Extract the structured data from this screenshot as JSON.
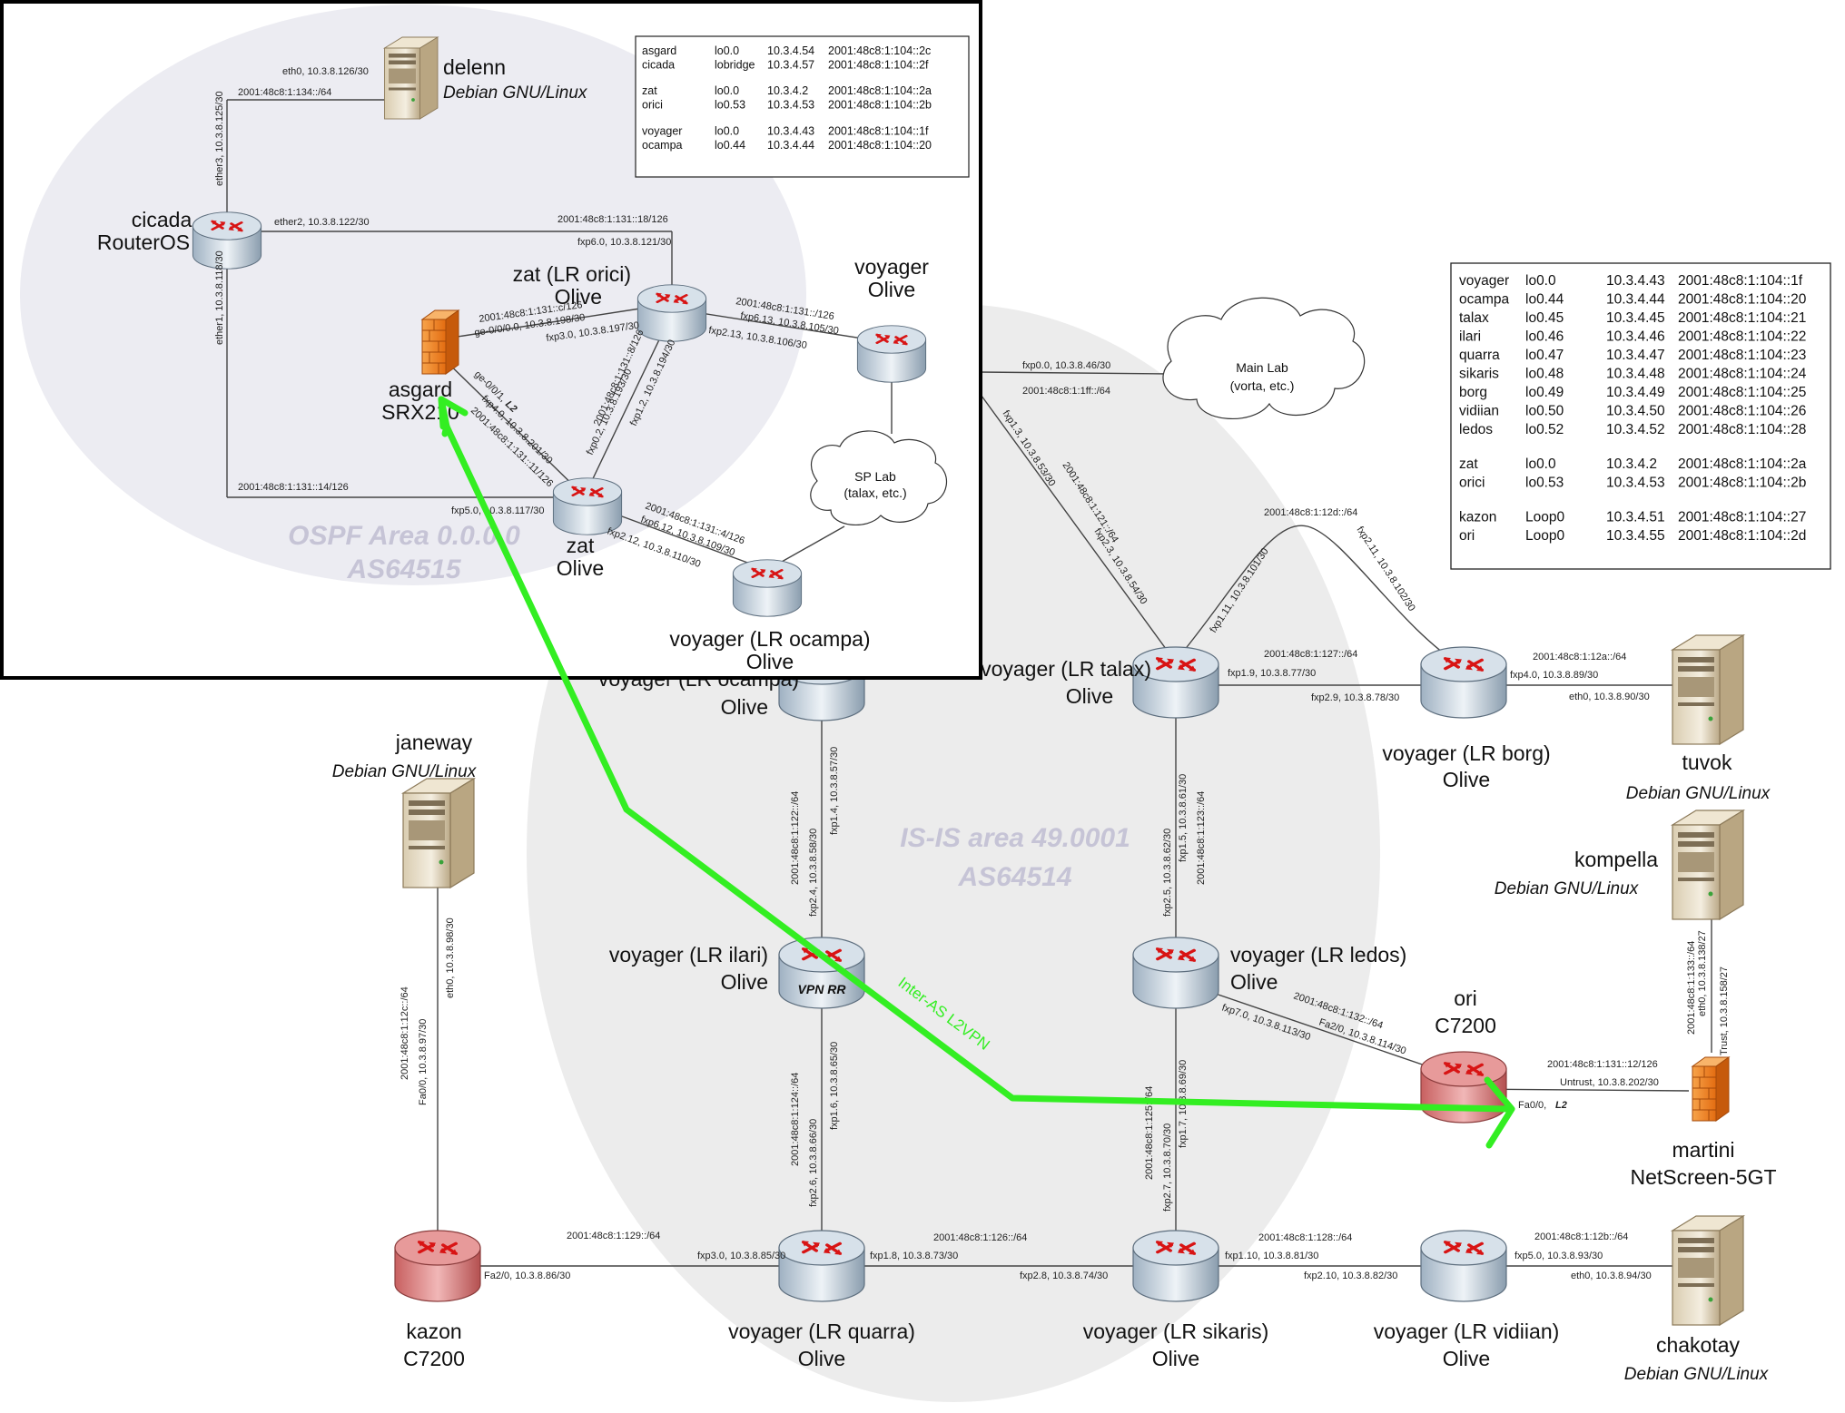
{
  "areas": {
    "isis": {
      "line1": "IS-IS area 49.0001",
      "line2": "AS64514"
    },
    "ospf": {
      "line1": "OSPF Area 0.0.0.0",
      "line2": "AS64515"
    }
  },
  "nodes": {
    "ocampa_main": {
      "name": "voyager (LR ocampa)",
      "type": "Olive"
    },
    "talax": {
      "name": "voyager (LR talax)",
      "type": "Olive"
    },
    "borg": {
      "name": "voyager (LR borg)",
      "type": "Olive"
    },
    "ilari": {
      "name": "voyager (LR ilari)",
      "type": "Olive",
      "badge": "VPN RR"
    },
    "ledos": {
      "name": "voyager (LR ledos)",
      "type": "Olive"
    },
    "ori": {
      "name": "ori",
      "type": "C7200"
    },
    "kazon": {
      "name": "kazon",
      "type": "C7200"
    },
    "quarra": {
      "name": "voyager (LR quarra)",
      "type": "Olive"
    },
    "sikaris": {
      "name": "voyager (LR sikaris)",
      "type": "Olive"
    },
    "vidiian": {
      "name": "voyager (LR vidiian)",
      "type": "Olive"
    },
    "voyager_main": {
      "name": "voyager",
      "type": "Olive"
    },
    "janeway": {
      "name": "janeway",
      "os": "Debian GNU/Linux"
    },
    "tuvok": {
      "name": "tuvok",
      "os": "Debian GNU/Linux"
    },
    "kompella": {
      "name": "kompella",
      "os": "Debian GNU/Linux"
    },
    "chakotay": {
      "name": "chakotay",
      "os": "Debian GNU/Linux"
    },
    "martini": {
      "name": "martini",
      "type": "NetScreen-5GT"
    },
    "delenn": {
      "name": "delenn",
      "os": "Debian GNU/Linux"
    },
    "cicada": {
      "name": "cicada",
      "type": "RouterOS"
    },
    "zat_orici": {
      "name": "zat (LR orici)",
      "type": "Olive"
    },
    "voyager_inset": {
      "name": "voyager",
      "type": "Olive"
    },
    "asgard": {
      "name": "asgard",
      "type": "SRX210"
    },
    "zat": {
      "name": "zat",
      "type": "Olive"
    },
    "ocampa_inset": {
      "name": "voyager (LR ocampa)",
      "type": "Olive"
    }
  },
  "clouds": {
    "mainlab": {
      "line1": "Main Lab",
      "line2": "(vorta, etc.)"
    },
    "splab": {
      "line1": "SP Lab",
      "line2": "(talax, etc.)"
    }
  },
  "vpn_label": "Inter-AS L2VPN",
  "main_table": {
    "rows": [
      [
        "voyager",
        "lo0.0",
        "10.3.4.43",
        "2001:48c8:1:104::1f"
      ],
      [
        "ocampa",
        "lo0.44",
        "10.3.4.44",
        "2001:48c8:1:104::20"
      ],
      [
        "talax",
        "lo0.45",
        "10.3.4.45",
        "2001:48c8:1:104::21"
      ],
      [
        "ilari",
        "lo0.46",
        "10.3.4.46",
        "2001:48c8:1:104::22"
      ],
      [
        "quarra",
        "lo0.47",
        "10.3.4.47",
        "2001:48c8:1:104::23"
      ],
      [
        "sikaris",
        "lo0.48",
        "10.3.4.48",
        "2001:48c8:1:104::24"
      ],
      [
        "borg",
        "lo0.49",
        "10.3.4.49",
        "2001:48c8:1:104::25"
      ],
      [
        "vidiian",
        "lo0.50",
        "10.3.4.50",
        "2001:48c8:1:104::26"
      ],
      [
        "ledos",
        "lo0.52",
        "10.3.4.52",
        "2001:48c8:1:104::28"
      ],
      [
        "zat",
        "lo0.0",
        "10.3.4.2",
        "2001:48c8:1:104::2a"
      ],
      [
        "orici",
        "lo0.53",
        "10.3.4.53",
        "2001:48c8:1:104::2b"
      ],
      [
        "kazon",
        "Loop0",
        "10.3.4.51",
        "2001:48c8:1:104::27"
      ],
      [
        "ori",
        "Loop0",
        "10.3.4.55",
        "2001:48c8:1:104::2d"
      ]
    ]
  },
  "inset_table": {
    "rows": [
      [
        "asgard",
        "lo0.0",
        "10.3.4.54",
        "2001:48c8:1:104::2c"
      ],
      [
        "cicada",
        "lobridge",
        "10.3.4.57",
        "2001:48c8:1:104::2f"
      ],
      [
        "zat",
        "lo0.0",
        "10.3.4.2",
        "2001:48c8:1:104::2a"
      ],
      [
        "orici",
        "lo0.53",
        "10.3.4.53",
        "2001:48c8:1:104::2b"
      ],
      [
        "voyager",
        "lo0.0",
        "10.3.4.43",
        "2001:48c8:1:104::1f"
      ],
      [
        "ocampa",
        "lo0.44",
        "10.3.4.44",
        "2001:48c8:1:104::20"
      ]
    ]
  },
  "link_labels": {
    "v_fxp00": "fxp0.0, 10.3.8.46/30",
    "v_fxp00_v6": "2001:48c8:1:1ff::/64",
    "v_fxp13": "fxp1.3, 10.3.8.53/30",
    "v_t_v6": "2001:48c8:1:121::/64",
    "t_fxp23": "fxp2.3, 10.3.8.54/30",
    "tb_v6_top": "2001:48c8:1:12d::/64",
    "t_fxp111": "fxp1.11, 10.3.8.101/30",
    "b_fxp211": "fxp2.11, 10.3.8.102/30",
    "tb_v6": "2001:48c8:1:127::/64",
    "t_fxp19": "fxp1.9, 10.3.8.77/30",
    "b_fxp29": "fxp2.9, 10.3.8.78/30",
    "b_v6": "2001:48c8:1:12a::/64",
    "b_fxp40": "fxp4.0, 10.3.8.89/30",
    "tuvok_eth0": "eth0, 10.3.8.90/30",
    "o_fxp14": "fxp1.4, 10.3.8.57/30",
    "oi_v6": "2001:48c8:1:122::/64",
    "i_fxp24": "fxp2.4, 10.3.8.58/30",
    "t_fxp15": "fxp1.5, 10.3.8.61/30",
    "tl_v6": "2001:48c8:1:123::/64",
    "l_fxp25": "fxp2.5, 10.3.8.62/30",
    "iq_v6": "2001:48c8:1:124::/64",
    "i_fxp16": "fxp1.6, 10.3.8.65/30",
    "q_fxp26": "fxp2.6, 10.3.8.66/30",
    "l_v6": "2001:48c8:1:125::/64",
    "l_fxp17": "fxp1.7, 10.3.8.69/30",
    "s_fxp27": "fxp2.7, 10.3.8.70/30",
    "lo_v6": "2001:48c8:1:132::/64",
    "l_fxp70": "fxp7.0, 10.3.8.113/30",
    "ori_fa20": "Fa2/0, 10.3.8.114/30",
    "ori_v6": "2001:48c8:1:131::12/126",
    "ori_untrust": "Untrust, 10.3.8.202/30",
    "ori_fa00": "Fa0/0,",
    "ori_l2": "L2",
    "m_v6": "2001:48c8:1:133::/64",
    "k_eth0": "eth0, 10.3.8.138/27",
    "m_trust": "Trust, 10.3.8.158/27",
    "jw_eth0": "eth0, 10.3.8.98/30",
    "kz_v6": "2001:48c8:1:12c::/64",
    "kz_fa00": "Fa0/0, 10.3.8.97/30",
    "kq_v6": "2001:48c8:1:129::/64",
    "kz_fa20": "Fa2/0, 10.3.8.86/30",
    "q_fxp30": "fxp3.0, 10.3.8.85/30",
    "qs_v6": "2001:48c8:1:126::/64",
    "q_fxp18": "fxp1.8, 10.3.8.73/30",
    "s_fxp28": "fxp2.8, 10.3.8.74/30",
    "sv_v6": "2001:48c8:1:128::/64",
    "s_fxp110": "fxp1.10, 10.3.8.81/30",
    "vi_fxp210": "fxp2.10, 10.3.8.82/30",
    "vi_v6": "2001:48c8:1:12b::/64",
    "vi_fxp50": "fxp5.0, 10.3.8.93/30",
    "ch_eth0": "eth0, 10.3.8.94/30",
    "in_eth0": "eth0, 10.3.8.126/30",
    "in_cd_v6": "2001:48c8:1:134::/64",
    "in_ether3": "ether3, 10.3.8.125/30",
    "in_ether2": "ether2, 10.3.8.122/30",
    "in_co_v6": "2001:48c8:1:131::18/126",
    "in_fxp60": "fxp6.0, 10.3.8.121/30",
    "in_ether1": "ether1, 10.3.8.118/30",
    "in_az_v6": "2001:48c8:1:131::c/126",
    "in_ge000": "ge-0/0/0.0, 10.3.8.198/30",
    "in_fxp30": "fxp3.0, 10.3.8.197/30",
    "in_ov_v6": "2001:48c8:1:131::/126",
    "in_fxp613": "fxp6.13, 10.3.8.105/30",
    "in_fxp213": "fxp2.13, 10.3.8.106/30",
    "in_oz_v6": "2001:48c8:1:131::8/126",
    "in_fxp02": "fxp0.2, 10.3.8.193/30",
    "in_fxp12": "fxp1.2, 10.3.8.194/30",
    "in_ge001": "ge-0/0/1,",
    "in_l2": "L2",
    "in_fxp40": "fxp4.0, 10.3.8.201/30",
    "in_az2_v6": "2001:48c8:1:131::11/126",
    "in_cz_v6": "2001:48c8:1:131::14/126",
    "in_fxp50": "fxp5.0, 10.3.8.117/30",
    "in_zo_v6": "2001:48c8:1:131::4/126",
    "in_fxp612": "fxp6.12, 10.3.8.109/30",
    "in_fxp212": "fxp2.12, 10.3.8.110/30"
  }
}
